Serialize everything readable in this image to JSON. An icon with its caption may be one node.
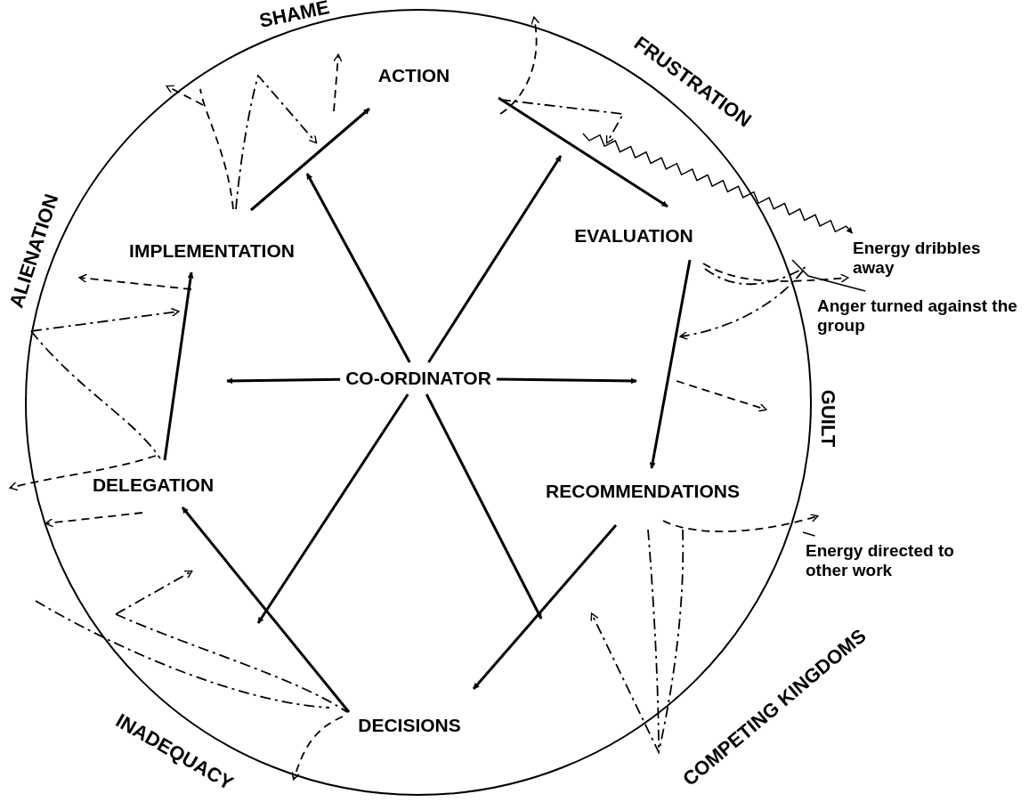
{
  "diagram": {
    "nodes": [
      {
        "text": [
          "ACTION"
        ]
      },
      {
        "text": [
          "EVALUATION"
        ]
      },
      {
        "text": [
          "RECOMMENDATIONS"
        ]
      },
      {
        "text": [
          "DECISIONS"
        ]
      },
      {
        "text": [
          "DELEGATION"
        ]
      },
      {
        "text": [
          "IMPLEMENTATION"
        ]
      },
      {
        "text": [
          "CO-ORDINATOR"
        ]
      },
      {
        "text": [
          "Energy dribbles away"
        ]
      },
      {
        "text": [
          "Anger turned against the group"
        ]
      },
      {
        "text": [
          "Energy directed to other work"
        ]
      }
    ],
    "edges": [
      {
        "from": 0,
        "to": 1,
        "arrow": "to"
      },
      {
        "from": 1,
        "to": 2,
        "arrow": "to"
      },
      {
        "from": 2,
        "to": 3,
        "arrow": "to"
      },
      {
        "from": 3,
        "to": 4,
        "arrow": "to"
      },
      {
        "from": 4,
        "to": 5,
        "arrow": "to"
      },
      {
        "from": 5,
        "to": 0,
        "arrow": "to"
      },
      {
        "from": 6,
        "to": null,
        "arrow": "to"
      },
      {
        "from": 6,
        "to": null,
        "arrow": "to"
      },
      {
        "from": 6,
        "to": null,
        "arrow": "to"
      },
      {
        "from": 6,
        "to": null,
        "arrow": "to"
      },
      {
        "from": 6,
        "to": null,
        "arrow": "to"
      },
      {
        "from": 6,
        "to": null,
        "arrow": "to"
      },
      {
        "from": null,
        "to": 7,
        "arrow": "to"
      },
      {
        "from": 8,
        "to": null,
        "arrow": "none"
      },
      {
        "from": 9,
        "to": null,
        "arrow": "none"
      }
    ],
    "labels": [
      "SHAME",
      "FRUSTRATION",
      "ALIENATION",
      "GUILT",
      "INADEQUACY",
      "COMPETING KINGDOMS"
    ]
  }
}
